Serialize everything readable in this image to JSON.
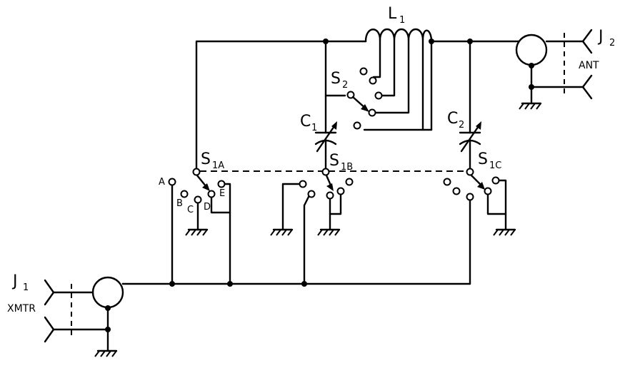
{
  "labels": {
    "L1": {
      "main": "L",
      "sub": "1"
    },
    "J1": {
      "main": "J",
      "sub": "1",
      "caption": "XMTR"
    },
    "J2": {
      "main": "J",
      "sub": "2",
      "caption": "ANT"
    },
    "C1": {
      "main": "C",
      "sub": "1"
    },
    "C2": {
      "main": "C",
      "sub": "2"
    },
    "S2": {
      "main": "S",
      "sub": "2"
    },
    "S1A": {
      "main": "S",
      "sub": "1A"
    },
    "S1B": {
      "main": "S",
      "sub": "1B"
    },
    "S1C": {
      "main": "S",
      "sub": "1C"
    },
    "positions": {
      "A": "A",
      "B": "B",
      "C": "C",
      "D": "D",
      "E": "E"
    }
  }
}
